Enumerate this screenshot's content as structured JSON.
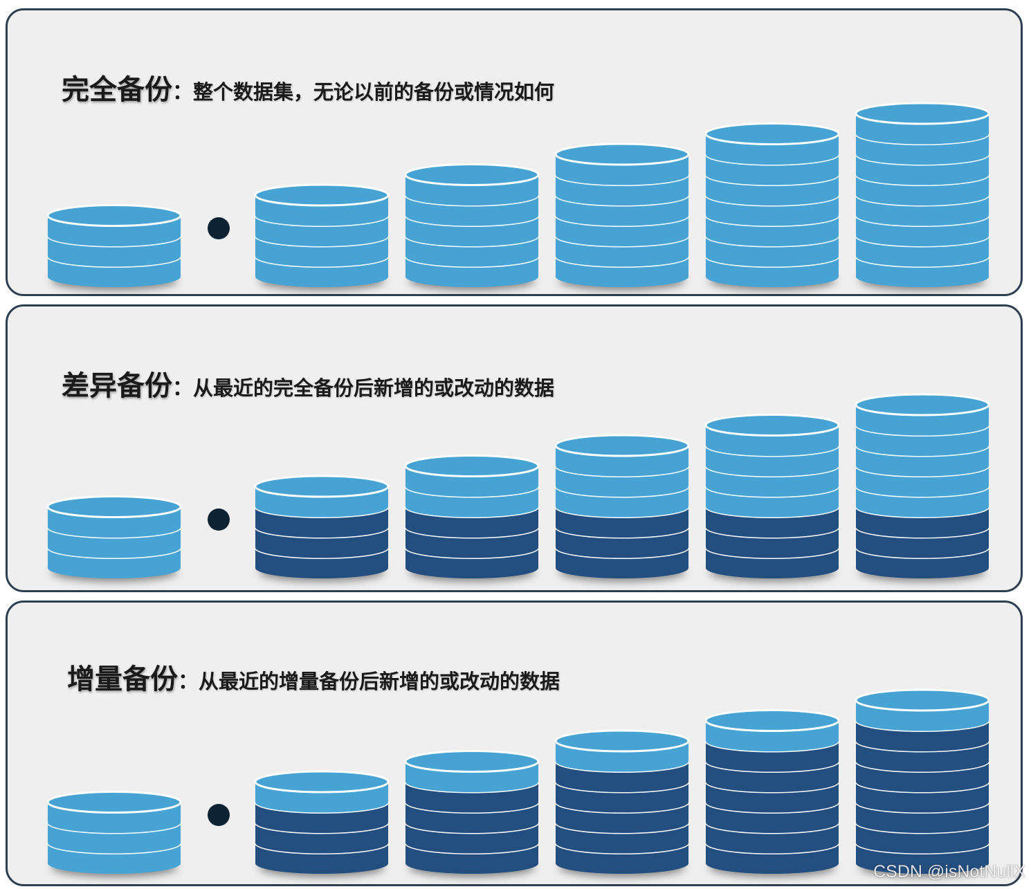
{
  "colors": {
    "light": "#47a3d3",
    "dark": "#234e80",
    "separator": "#ffffff",
    "dot": "#0c2333",
    "panel_bg": "#efefef",
    "panel_border": "#2c3e50"
  },
  "panels": [
    {
      "name": "完全备份",
      "colon": "：",
      "desc": "整个数据集，无论以前的备份或情况如何",
      "stacks": [
        {
          "disks": 3,
          "dark": 0
        },
        {
          "disks": 4,
          "dark": 0
        },
        {
          "disks": 5,
          "dark": 0
        },
        {
          "disks": 6,
          "dark": 0
        },
        {
          "disks": 7,
          "dark": 0
        },
        {
          "disks": 8,
          "dark": 0
        }
      ]
    },
    {
      "name": "差异备份",
      "colon": "：",
      "desc": "从最近的完全备份后新增的或改动的数据",
      "stacks": [
        {
          "disks": 3,
          "dark": 0
        },
        {
          "disks": 4,
          "dark": 3
        },
        {
          "disks": 5,
          "dark": 3
        },
        {
          "disks": 6,
          "dark": 3
        },
        {
          "disks": 7,
          "dark": 3
        },
        {
          "disks": 8,
          "dark": 3
        }
      ]
    },
    {
      "name": "增量备份",
      "colon": "：",
      "desc": "从最近的增量备份后新增的或改动的数据",
      "stacks": [
        {
          "disks": 3,
          "dark": 0
        },
        {
          "disks": 4,
          "dark": 3
        },
        {
          "disks": 5,
          "dark": 4
        },
        {
          "disks": 6,
          "dark": 5
        },
        {
          "disks": 7,
          "dark": 6
        },
        {
          "disks": 8,
          "dark": 7
        }
      ]
    }
  ],
  "watermark": "CSDN @isNotNullX"
}
